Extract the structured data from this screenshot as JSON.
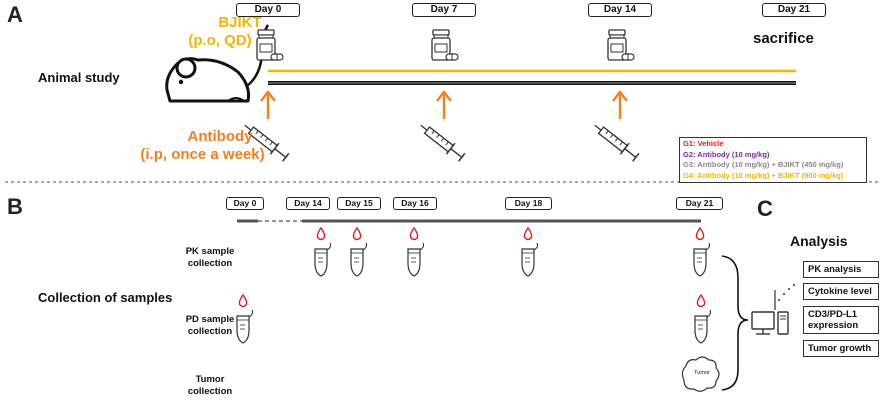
{
  "panel_letters": {
    "a": "A",
    "b": "B",
    "c": "C"
  },
  "panel_a": {
    "drug_name": "BJIKT",
    "drug_route": "(p.o, QD)",
    "days": [
      "Day 0",
      "Day 7",
      "Day 14",
      "Day 21"
    ],
    "sacrifice": "sacrifice",
    "study_label": "Animal study",
    "antibody_name": "Antibody",
    "antibody_route": "(i.p, once a week)",
    "legend": [
      {
        "text": "G1: Vehicle",
        "color": "#e8161b"
      },
      {
        "text": "G2: Antibody (10 mg/kg)",
        "color": "#7a2aa0"
      },
      {
        "text": "G3: Antibody (10 mg/kg) + BJIKT (450 mg/kg)",
        "color": "#8a8a8a"
      },
      {
        "text": "G4: Antibody (10 mg/kg) + BJIKT (900 mg/kg)",
        "color": "#f5b400"
      }
    ],
    "colors": {
      "drug_line": "#f5b400",
      "arrow": "#f07f1f",
      "axis": "#111111"
    },
    "icons": [
      "mouse-icon",
      "pill-bottle-icon",
      "syringe-icon",
      "up-arrow-icon"
    ]
  },
  "panel_b": {
    "days": [
      "Day 0",
      "Day 14",
      "Day 15",
      "Day 16",
      "Day 18",
      "Day 21"
    ],
    "title": "Collection of samples",
    "pk_label": [
      "PK sample",
      "collection"
    ],
    "pd_label": [
      "PD sample",
      "collection"
    ],
    "tumor_label": [
      "Tumor",
      "collection"
    ],
    "tumor_text": "Tumor",
    "icons": [
      "blood-drop-icon",
      "sample-tube-icon",
      "tumor-icon",
      "bracket-icon"
    ]
  },
  "panel_c": {
    "title": "Analysis",
    "items": [
      "PK analysis",
      "Cytokine level",
      "CD3/PD-L1",
      "expression",
      "Tumor growth"
    ],
    "icons": [
      "computer-icon"
    ]
  }
}
